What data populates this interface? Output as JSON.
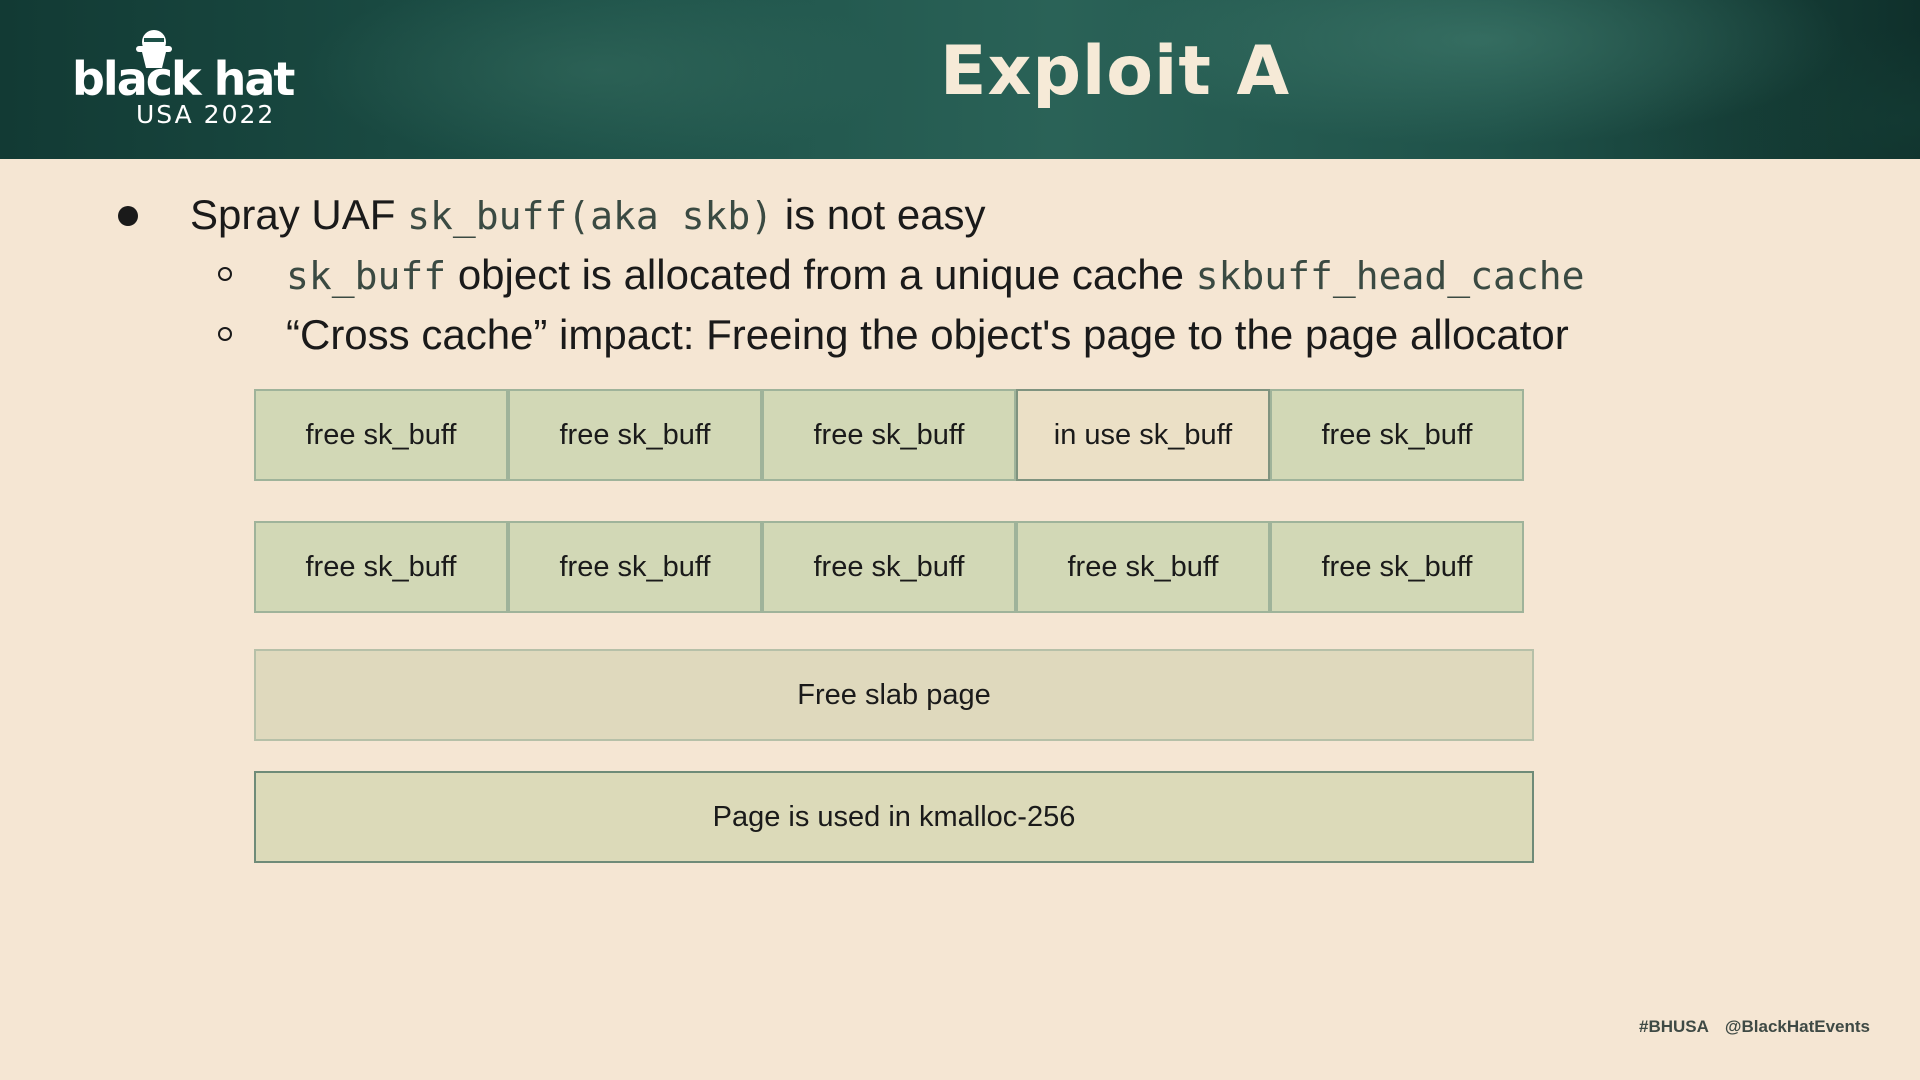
{
  "header": {
    "logo_word": "black hat",
    "logo_sub": "USA 2022",
    "title": "Exploit A"
  },
  "bullets": {
    "main": {
      "prefix": "Spray UAF ",
      "code": "sk_buff(aka skb)",
      "suffix": " is not easy"
    },
    "sub1": {
      "code1": "sk_buff",
      "text": " object is allocated from a unique cache ",
      "code2": "skbuff_head_cache"
    },
    "sub2": {
      "text": "“Cross cache” impact: Freeing the object's page to the page allocator"
    }
  },
  "diagram": {
    "row1": [
      "free sk_buff",
      "free sk_buff",
      "free sk_buff",
      "in use sk_buff",
      "free sk_buff"
    ],
    "row2": [
      "free sk_buff",
      "free sk_buff",
      "free sk_buff",
      "free sk_buff",
      "free sk_buff"
    ],
    "free_page": "Free slab page",
    "used_page": "Page is used in kmalloc-256"
  },
  "footer": {
    "hashtag": "#BHUSA",
    "handle": "@BlackHatEvents"
  },
  "colors": {
    "background": "#f5e6d3",
    "header": "#1d5148",
    "cell_free": "#d2d8b6",
    "cell_in_use": "#ebe0c6"
  }
}
